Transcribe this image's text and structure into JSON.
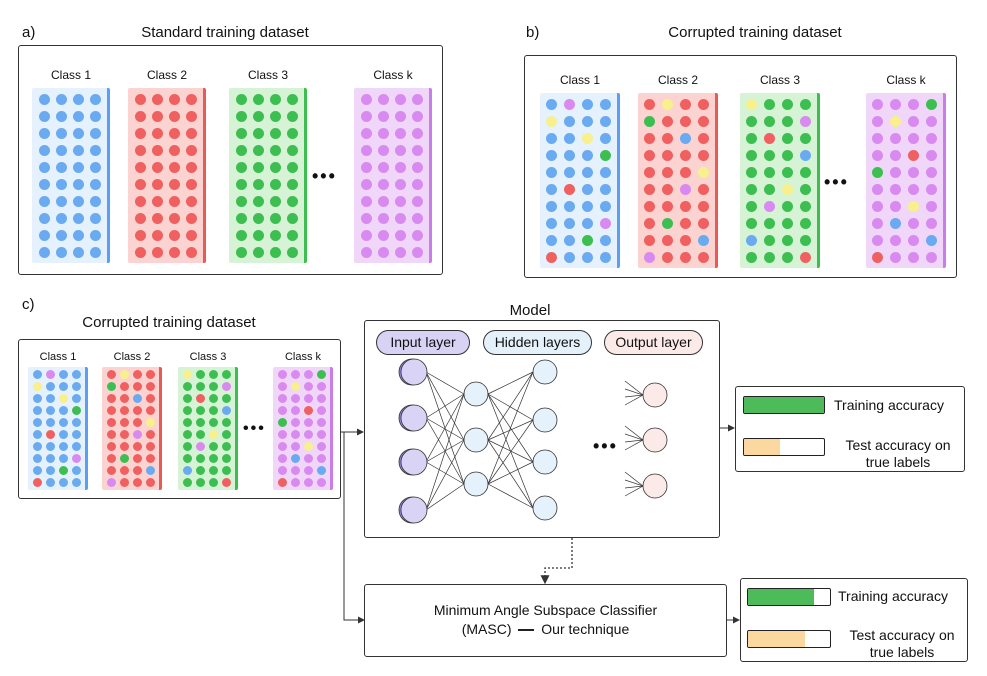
{
  "panels": {
    "a": {
      "letter": "a)",
      "title": "Standard training dataset"
    },
    "b": {
      "letter": "b)",
      "title": "Corrupted training dataset"
    },
    "c": {
      "letter": "c)",
      "title": "Corrupted training dataset"
    }
  },
  "classes": {
    "c1": "Class 1",
    "c2": "Class 2",
    "c3": "Class 3",
    "ck": "Class k"
  },
  "ellipsis": "•••",
  "model": {
    "title": "Model",
    "input_layer": "Input layer",
    "hidden_layers": "Hidden layers",
    "output_layer": "Output layer"
  },
  "masc": {
    "line1": "Minimum Angle Subspace Classifier",
    "line2_a": "(MASC)",
    "line2_b": "Our technique"
  },
  "metrics": {
    "training_accuracy": "Training accuracy",
    "test_accuracy_line1": "Test accuracy on",
    "test_accuracy_line2": "true labels"
  },
  "levels": {
    "model_training_accuracy": 1.0,
    "model_test_accuracy": 0.45,
    "masc_training_accuracy": 0.8,
    "masc_test_accuracy": 0.7
  },
  "colors": {
    "blue": "#6aaaf0",
    "red": "#f06060",
    "green": "#3cbf50",
    "purple": "#d98af0",
    "yellow": "#f7f08c",
    "bar_green": "#4dbb5a",
    "bar_orange": "#fad8a0"
  }
}
